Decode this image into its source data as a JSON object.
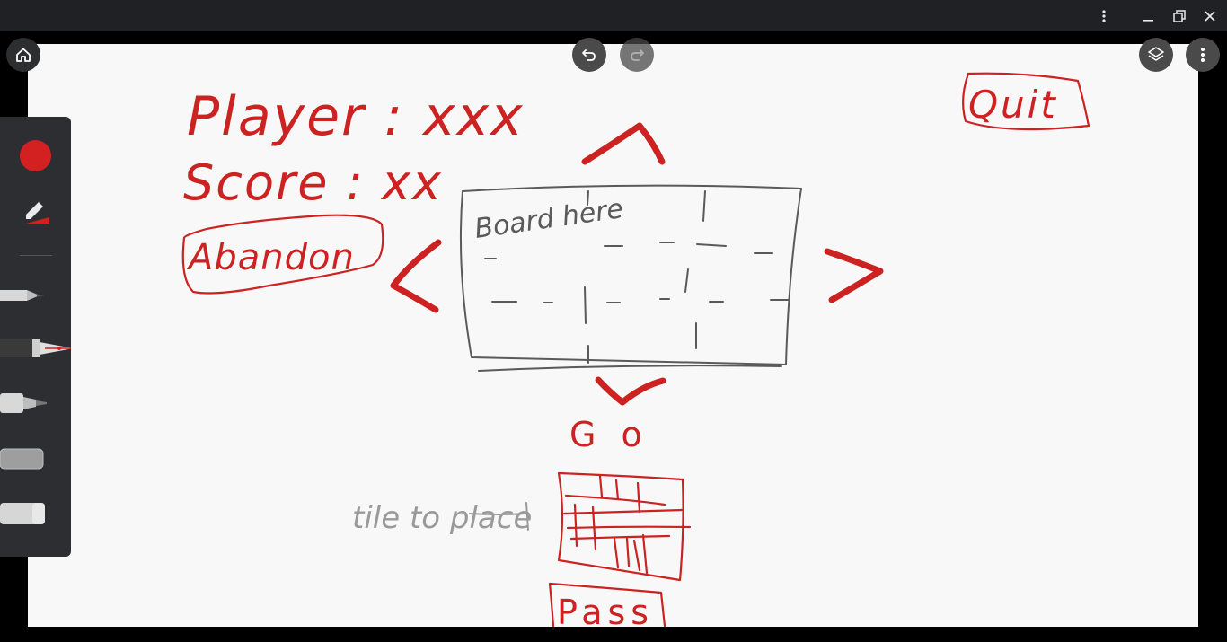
{
  "window": {
    "controls": [
      {
        "name": "more-vert-icon"
      },
      {
        "name": "minimize-icon"
      },
      {
        "name": "restore-icon"
      },
      {
        "name": "close-icon"
      }
    ]
  },
  "topbar": {
    "home_icon": "home-icon",
    "undo_icon": "undo-icon",
    "redo_icon": "redo-icon",
    "layers_icon": "layers-icon",
    "menu_icon": "more-vert-icon"
  },
  "toolbox": {
    "color": "#d32121",
    "tools": [
      "pencil",
      "fountain-pen",
      "marker",
      "chalk",
      "eraser"
    ],
    "selected_tool": "fountain-pen"
  },
  "sketch": {
    "player_label": "Player : xxx",
    "score_label": "Score : xx",
    "abandon_label": "Abandon",
    "quit_label": "Quit",
    "board_label": "Board here",
    "go_label": "Go",
    "tile_label": "tile to place",
    "pass_label": "Pass",
    "ink_color": "#cc2222",
    "board_color": "#5a5a5a",
    "annotation_color": "#9a9a9a"
  }
}
